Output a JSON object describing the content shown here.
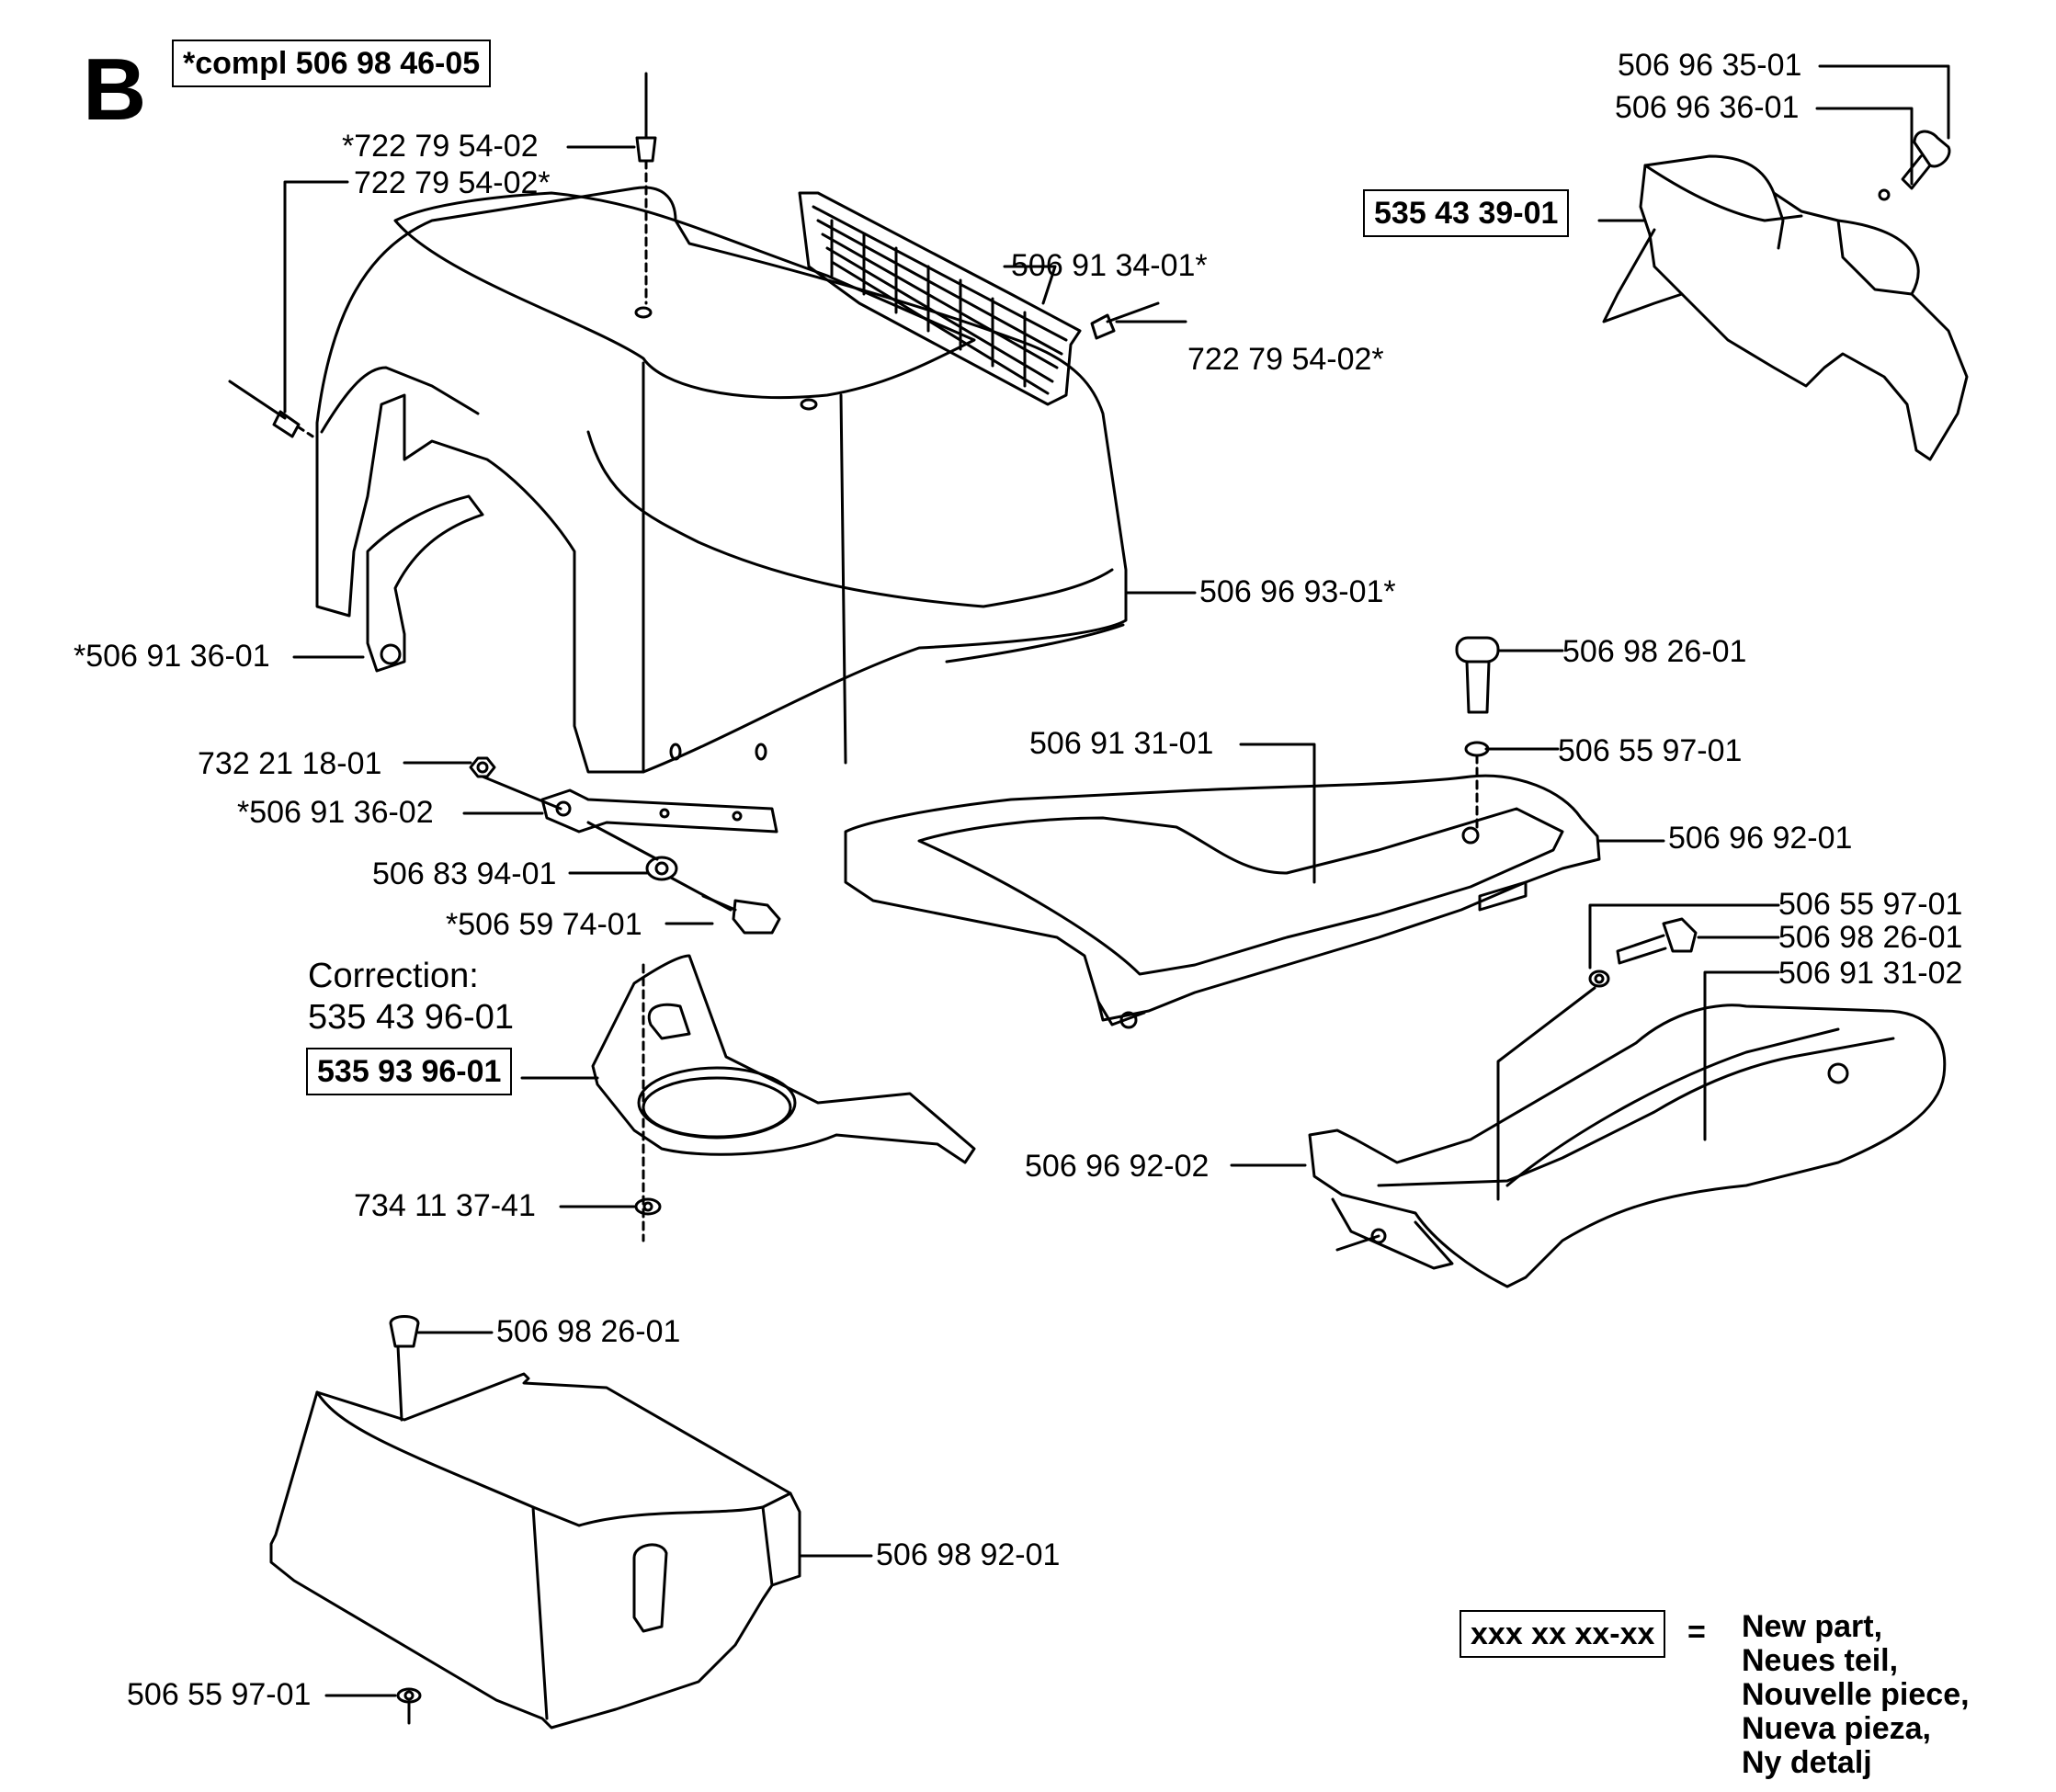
{
  "section_letter": "B",
  "kit_label": "*compl 506 98 46-05",
  "correction": {
    "title": "Correction:",
    "old_number": "535 43 96-01",
    "new_number": "535 93 96-01"
  },
  "new_part_box": "535 43 39-01",
  "part_labels": {
    "top_r1": "506 96 35-01",
    "top_r2": "506 96 36-01",
    "rivet_top": "*722 79 54-02",
    "rivet_left": "722 79 54-02*",
    "grille": "506 91 34-01*",
    "rivet_right": "722 79 54-02*",
    "hood": "506 96 93-01*",
    "bracket_l": "*506 91 36-01",
    "knob_mid": "506 98 26-01",
    "washer_mid": "506 55 97-01",
    "panel_upper": "506 91 31-01",
    "panel_upper_frame": "506 96 92-01",
    "nut": "732 21 18-01",
    "bracket_r": "*506 91 36-02",
    "spacer": "506 83 94-01",
    "bolt": "*506 59 74-01",
    "washer_r": "506 55 97-01",
    "knob_r": "506 98 26-01",
    "panel_lower": "506 91 31-02",
    "panel_lower_frame": "506 96 92-02",
    "washer_cup": "734 11 37-41",
    "knob_low": "506 98 26-01",
    "battery_cover": "506 98 92-01",
    "washer_low": "506 55 97-01"
  },
  "legend": {
    "sample": "xxx xx xx-xx",
    "equals": "=",
    "lines": [
      "New part,",
      "Neues teil,",
      "Nouvelle piece,",
      "Nueva pieza,",
      "Ny detalj"
    ]
  }
}
